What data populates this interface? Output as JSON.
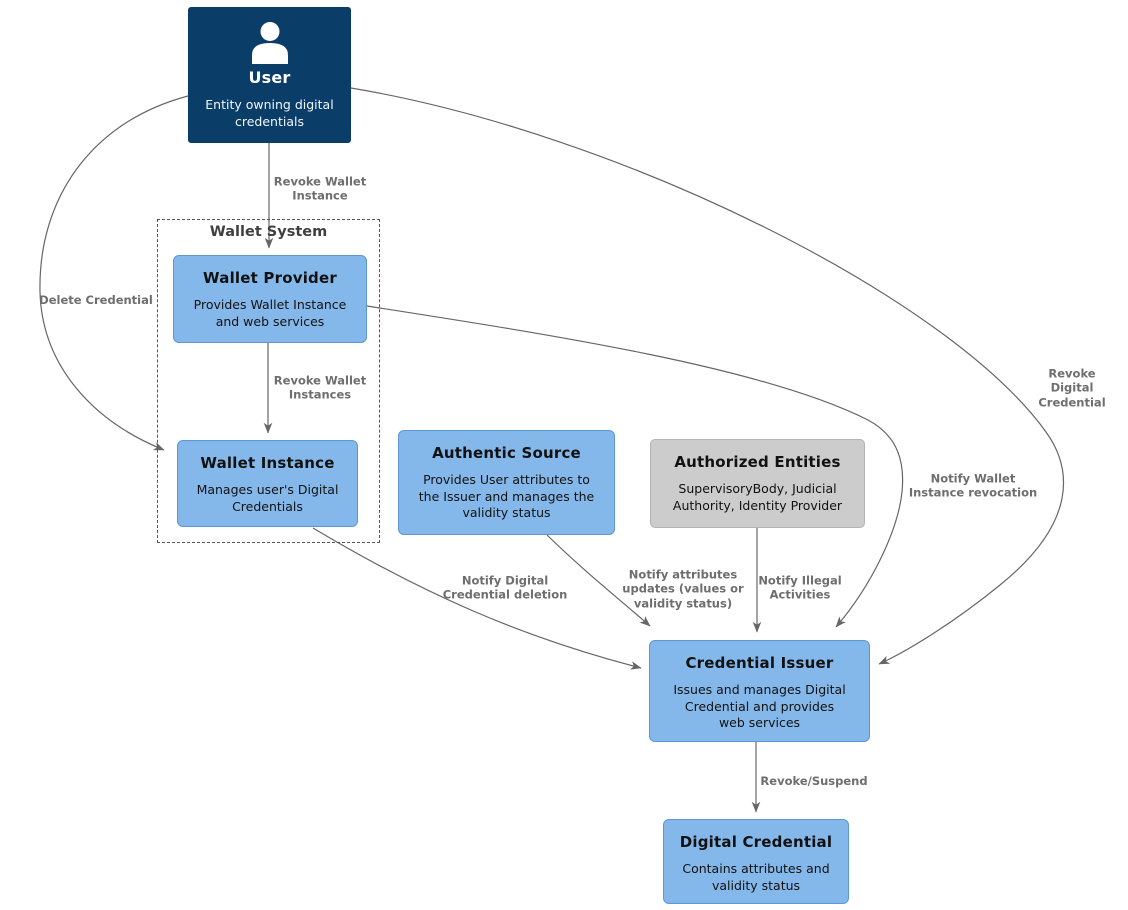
{
  "diagram": {
    "colors": {
      "node_blue_fill": "#85b8ea",
      "node_blue_border": "#5d96d2",
      "node_gray_fill": "#cccccc",
      "node_dark_fill": "#0b3d69",
      "edge_stroke": "#666666",
      "edge_label_color": "#6e6e6e",
      "background": "#ffffff"
    },
    "groups": {
      "wallet_system": {
        "title": "Wallet System"
      }
    },
    "nodes": {
      "user": {
        "title": "User",
        "body": "Entity owning digital\ncredentials",
        "icon": "person-icon"
      },
      "wallet_provider": {
        "title": "Wallet Provider",
        "body": "Provides Wallet Instance\nand web services"
      },
      "wallet_instance": {
        "title": "Wallet Instance",
        "body": "Manages user's Digital\nCredentials"
      },
      "authentic_source": {
        "title": "Authentic Source",
        "body": "Provides User attributes to\nthe Issuer and manages the\nvalidity status"
      },
      "authorized_entities": {
        "title": "Authorized Entities",
        "body": "SupervisoryBody, Judicial\nAuthority, Identity Provider"
      },
      "credential_issuer": {
        "title": "Credential Issuer",
        "body": "Issues and manages Digital\nCredential and provides\nweb services"
      },
      "digital_credential": {
        "title": "Digital Credential",
        "body": "Contains attributes and\nvalidity status"
      }
    },
    "edges": {
      "user_to_wallet_provider": {
        "label": "Revoke Wallet\nInstance"
      },
      "user_to_wallet_instance": {
        "label": "Delete Credential"
      },
      "user_to_credential_issuer": {
        "label": "Revoke Digital\nCredential"
      },
      "wallet_provider_to_wallet_instance": {
        "label": "Revoke Wallet\nInstances"
      },
      "wallet_provider_to_credential_issuer": {
        "label": "Notify Wallet\nInstance revocation"
      },
      "wallet_instance_to_credential_issuer": {
        "label": "Notify Digital\nCredential deletion"
      },
      "authentic_source_to_credential_issuer": {
        "label": "Notify attributes\nupdates (values or\nvalidity status)"
      },
      "authorized_entities_to_credential_issuer": {
        "label": "Notify Illegal\nActivities"
      },
      "credential_issuer_to_digital_credential": {
        "label": "Revoke/Suspend"
      }
    }
  }
}
